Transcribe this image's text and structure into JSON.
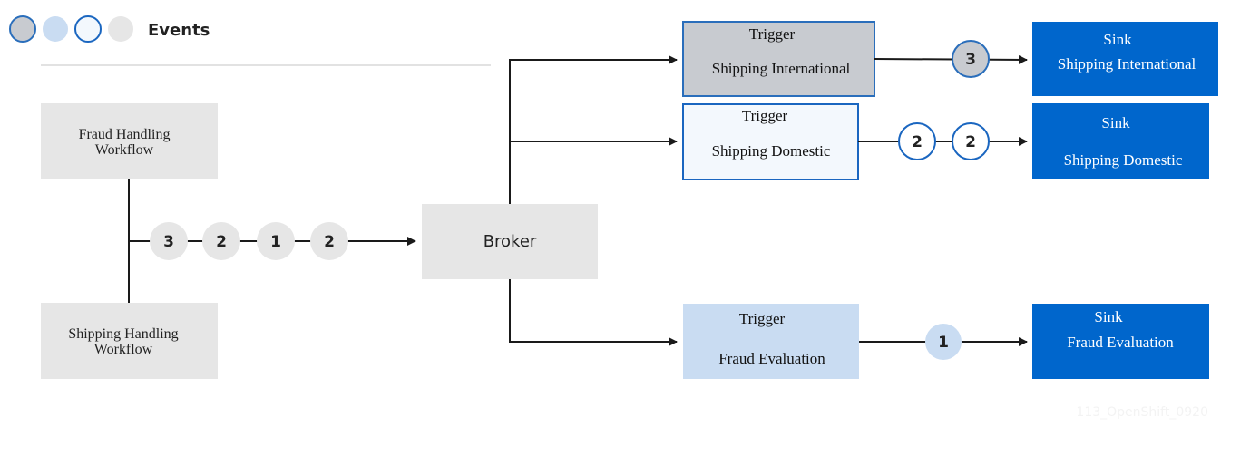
{
  "legend": {
    "title": "Events",
    "swatches": [
      {
        "name": "legend-swatch-gray",
        "fill": "#c8cbd0",
        "stroke": "#2a6ebb"
      },
      {
        "name": "legend-swatch-lightblue",
        "fill": "#c9dcf2",
        "stroke": "#c9dcf2"
      },
      {
        "name": "legend-swatch-outline",
        "fill": "#f3f8fd",
        "stroke": "#1a66c0"
      },
      {
        "name": "legend-swatch-lightgray",
        "fill": "#e6e6e6",
        "stroke": "#e6e6e6"
      }
    ]
  },
  "sources": {
    "fraud": {
      "line1": "Fraud Handling",
      "line2": "Workflow"
    },
    "shipping": {
      "line1": "Shipping Handling",
      "line2": "Workflow"
    }
  },
  "broker": {
    "label": "Broker"
  },
  "incoming_events": [
    "3",
    "2",
    "1",
    "2"
  ],
  "triggers": {
    "international": {
      "title": "Trigger",
      "name": "Shipping International"
    },
    "domestic": {
      "title": "Trigger",
      "name": "Shipping Domestic"
    },
    "fraud": {
      "title": "Trigger",
      "name": "Fraud Evaluation"
    }
  },
  "routed_events": {
    "international": [
      "3"
    ],
    "domestic": [
      "2",
      "2"
    ],
    "fraud": [
      "1"
    ]
  },
  "sinks": {
    "international": {
      "title": "Sink",
      "name": "Shipping International"
    },
    "domestic": {
      "title": "Sink",
      "name": "Shipping Domestic"
    },
    "fraud": {
      "title": "Sink",
      "name": "Fraud Evaluation"
    }
  },
  "watermark": "113_OpenShift_0920",
  "colors": {
    "box_gray": "#e6e6e6",
    "trigger_gray": "#c8cbd0",
    "trigger_outline": "#f3f8fd",
    "trigger_lightblue": "#c9dcf2",
    "sink_blue": "#0066cc",
    "line": "#1a1a1a",
    "event_gray": "#e6e6e6",
    "event_outline_stroke": "#1a66c0",
    "event_lightblue": "#c9dcf2"
  }
}
